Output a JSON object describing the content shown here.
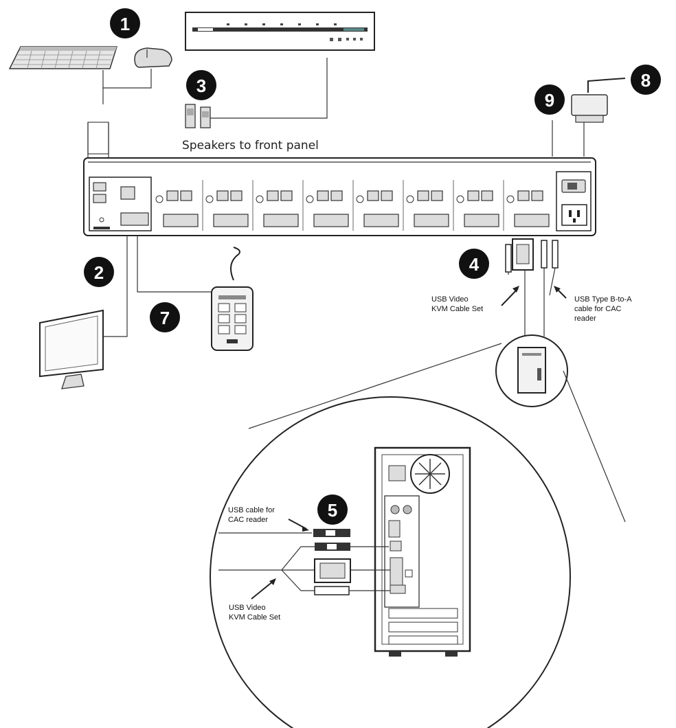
{
  "badges": {
    "b1": "1",
    "b2": "2",
    "b3": "3",
    "b4": "4",
    "b5": "5",
    "b7": "7",
    "b8": "8",
    "b9": "9"
  },
  "captions": {
    "speakers": "Speakers to front  panel",
    "kvm_set_top_line1": "USB Video",
    "kvm_set_top_line2": "KVM Cable Set",
    "cac_top_line1": "USB Type B-to-A",
    "cac_top_line2": "cable for CAC",
    "cac_top_line3": "reader",
    "cac_zoom_line1": "USB cable for",
    "cac_zoom_line2": "CAC reader",
    "kvm_zoom_line1": "USB Video",
    "kvm_zoom_line2": "KVM Cable Set"
  },
  "colors": {
    "ink": "#222222",
    "badge": "#111111",
    "panel_gray": "#dcdcdc"
  }
}
